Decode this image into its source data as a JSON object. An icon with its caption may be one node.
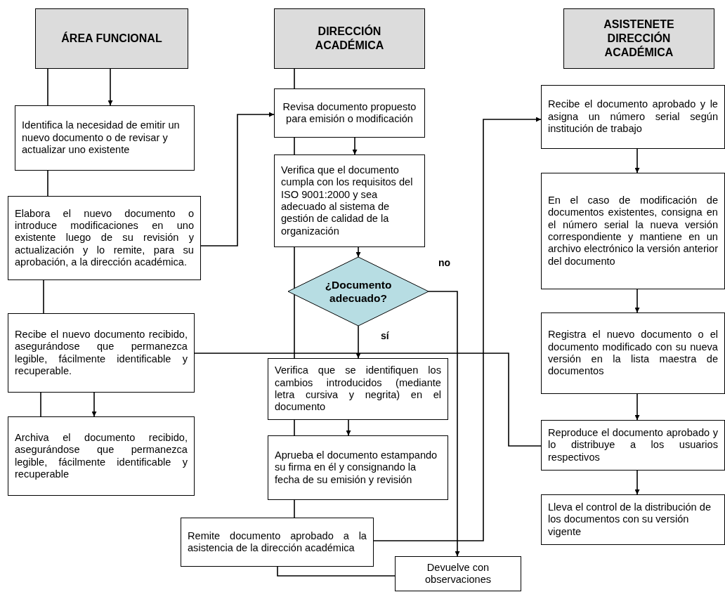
{
  "diagram": {
    "nodes": [
      {
        "text": [
          "ÁREA FUNCIONAL"
        ]
      },
      {
        "text": [
          "DIRECCIÓN ACADÉMICA"
        ]
      },
      {
        "text": [
          "ASISTENETE DIRECCIÓN ACADÉMICA"
        ]
      },
      {
        "text": [
          "Identifica la necesidad de emitir un nuevo documento o de revisar y actualizar uno existente"
        ]
      },
      {
        "text": [
          "Elabora el nuevo documento o introduce modificaciones en uno existente luego de su revisión y actualización y lo remite, para su aprobación, a la dirección académica."
        ]
      },
      {
        "text": [
          "Recibe el nuevo documento recibido, asegurándose que permanezca legible, fácilmente identificable y recuperable."
        ]
      },
      {
        "text": [
          "Archiva el documento recibido, asegurándose que permanezca legible, fácilmente identificable y recuperable"
        ]
      },
      {
        "text": [
          "Revisa documento propuesto para emisión o modificación"
        ]
      },
      {
        "text": [
          "Verifica que el documento cumpla con los requisitos del ISO 9001:2000 y sea adecuado al sistema de gestión de calidad de la organización"
        ]
      },
      {
        "text": [
          "¿Documento adecuado?"
        ]
      },
      {
        "text": [
          "Verifica que se identifiquen los cambios introducidos (mediante letra cursiva y negrita) en el documento"
        ]
      },
      {
        "text": [
          "Aprueba el documento estampando su firma en él y consignando la fecha de su emisión y revisión"
        ]
      },
      {
        "text": [
          "Remite documento aprobado a la asistencia de la dirección académica"
        ]
      },
      {
        "text": [
          "Devuelve con observaciones"
        ]
      },
      {
        "text": [
          "Recibe el documento aprobado y le asigna un número serial según institución de trabajo"
        ]
      },
      {
        "text": [
          "En el caso de modificación de documentos existentes, consigna en el número serial la nueva versión correspondiente y mantiene en un archivo electrónico la versión anterior del documento"
        ]
      },
      {
        "text": [
          "Registra el nuevo documento o el documento modificado con su nueva versión en la lista maestra de documentos"
        ]
      },
      {
        "text": [
          "Reproduce el documento aprobado y lo distribuye a los usuarios respectivos"
        ]
      },
      {
        "text": [
          "Lleva el control de la distribución de los documentos con su versión vigente"
        ]
      }
    ],
    "edges": [
      {
        "from": 0,
        "to": 3,
        "arrow": "none"
      },
      {
        "from": 0,
        "to": 3,
        "arrow": "to"
      },
      {
        "from": 3,
        "to": 4,
        "arrow": "none"
      },
      {
        "from": 4,
        "to": 5,
        "arrow": "none"
      },
      {
        "from": 5,
        "to": 6,
        "arrow": "none"
      },
      {
        "from": 5,
        "to": 6,
        "arrow": "to"
      },
      {
        "from": 4,
        "to": 7,
        "arrow": "to"
      },
      {
        "from": 1,
        "to": 7,
        "arrow": "none"
      },
      {
        "from": 7,
        "to": 8,
        "arrow": "none"
      },
      {
        "from": 7,
        "to": 8,
        "arrow": "to"
      },
      {
        "from": 8,
        "to": 9,
        "arrow": "to"
      },
      {
        "from": 8,
        "to": 10,
        "arrow": "none"
      },
      {
        "from": 9,
        "to": 10,
        "label": "sí",
        "arrow": "to"
      },
      {
        "from": 9,
        "to": 13,
        "label": "no",
        "arrow": "to"
      },
      {
        "from": 10,
        "to": 11,
        "arrow": "none"
      },
      {
        "from": 10,
        "to": 11,
        "arrow": "to"
      },
      {
        "from": 11,
        "to": 12,
        "arrow": "none"
      },
      {
        "from": 12,
        "to": 13,
        "arrow": "none"
      },
      {
        "from": 12,
        "to": 14,
        "arrow": "to"
      },
      {
        "from": 14,
        "to": 15,
        "arrow": "to"
      },
      {
        "from": 15,
        "to": 16,
        "arrow": "to"
      },
      {
        "from": 16,
        "to": 17,
        "arrow": "to"
      },
      {
        "from": 17,
        "to": 18,
        "arrow": "to"
      },
      {
        "from": 17,
        "to": 5,
        "arrow": "to"
      }
    ]
  }
}
